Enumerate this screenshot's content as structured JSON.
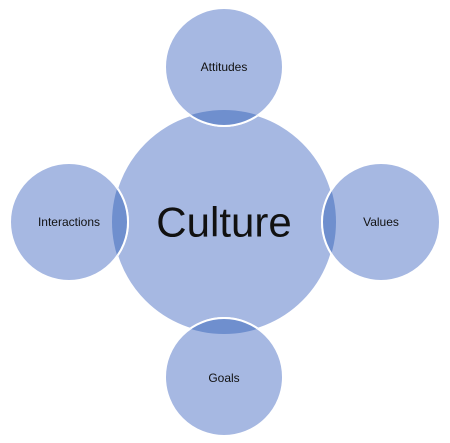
{
  "diagram": {
    "center": {
      "label": "Culture"
    },
    "satellites": [
      {
        "id": "attitudes",
        "label": "Attitudes"
      },
      {
        "id": "values",
        "label": "Values"
      },
      {
        "id": "goals",
        "label": "Goals"
      },
      {
        "id": "interactions",
        "label": "Interactions"
      }
    ],
    "colors": {
      "fill": "#a6b8e2",
      "stroke": "#ffffff",
      "overlap": "#6f8fce",
      "text": "#111111"
    }
  }
}
